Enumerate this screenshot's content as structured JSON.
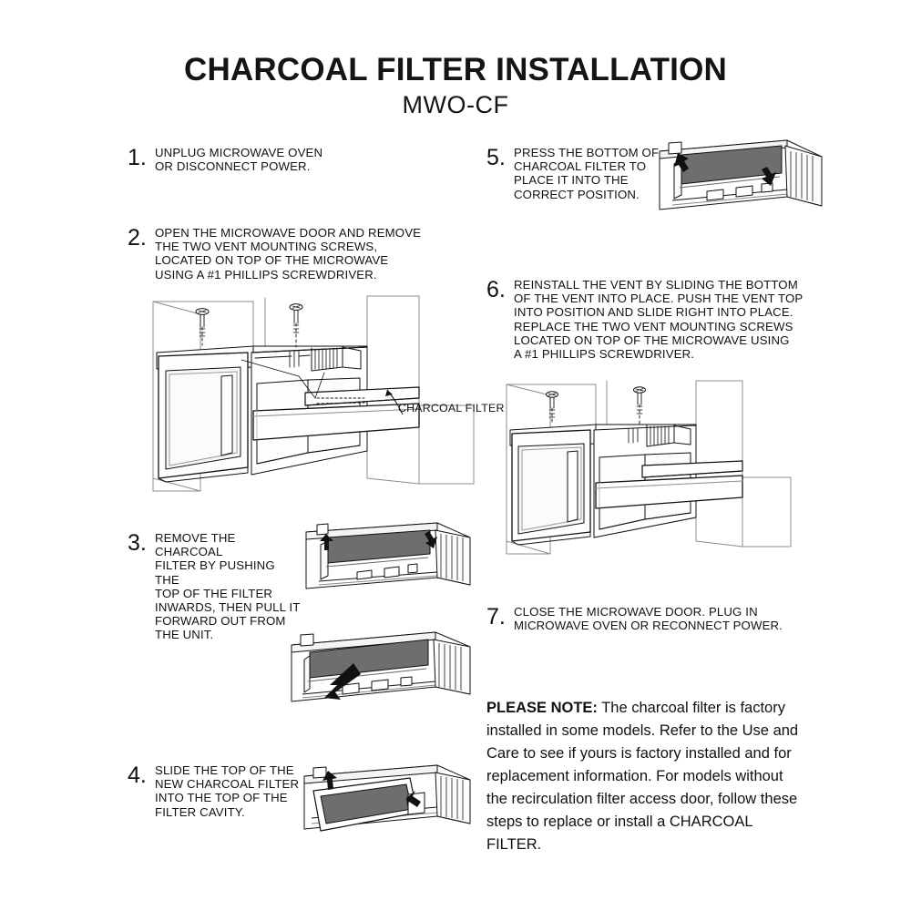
{
  "document": {
    "title": "CHARCOAL FILTER INSTALLATION",
    "subtitle": "MWO-CF",
    "background_color": "#ffffff",
    "ink_color": "#111111",
    "filter_fill_color": "#6e6e6e"
  },
  "steps": [
    {
      "number": "1.",
      "text": "UNPLUG MICROWAVE OVEN\nOR DISCONNECT POWER."
    },
    {
      "number": "2.",
      "text": "OPEN THE MICROWAVE DOOR AND REMOVE\nTHE TWO  VENT MOUNTING SCREWS,\nLOCATED ON TOP OF THE  MICROWAVE\nUSING A #1 PHILLIPS SCREWDRIVER."
    },
    {
      "number": "3.",
      "text": "REMOVE THE CHARCOAL\nFILTER BY PUSHING THE\nTOP OF THE FILTER\nINWARDS, THEN PULL IT\nFORWARD OUT FROM\nTHE UNIT."
    },
    {
      "number": "4.",
      "text": "SLIDE THE TOP OF THE\nNEW CHARCOAL FILTER\nINTO THE  TOP OF THE\nFILTER CAVITY."
    },
    {
      "number": "5.",
      "text": "PRESS THE BOTTOM OF\nCHARCOAL FILTER TO\nPLACE IT  INTO THE\nCORRECT POSITION."
    },
    {
      "number": "6.",
      "text": "REINSTALL THE VENT BY SLIDING THE BOTTOM\nOF THE  VENT INTO PLACE. PUSH THE VENT TOP\nINTO POSITION  AND SLIDE RIGHT INTO PLACE.\nREPLACE THE TWO VENT MOUNTING SCREWS\nLOCATED ON TOP OF THE MICROWAVE  USING\nA #1 PHILLIPS SCREWDRIVER."
    },
    {
      "number": "7.",
      "text": "CLOSE THE MICROWAVE DOOR.  PLUG IN\nMICROWAVE OVEN OR RECONNECT POWER."
    }
  ],
  "callouts": {
    "charcoal_filter": "CHARCOAL FILTER"
  },
  "note": {
    "lead": "PLEASE NOTE:",
    "text": " The charcoal filter is factory installed in some models. Refer to the Use and Care to see if yours is  factory installed and for replacement information. For models without the recirculation filter access door, follow these steps to replace or install a CHARCOAL FILTER."
  },
  "figures": {
    "fig_step2": "microwave-open-door-with-screws-and-filter",
    "fig_step3_top": "filter-cavity-push-top-inward",
    "fig_step3_bottom": "filter-cavity-pull-forward",
    "fig_step4": "filter-sliding-into-cavity-top",
    "fig_step5": "filter-pressed-into-position",
    "fig_step6": "microwave-vent-reinstalled"
  }
}
